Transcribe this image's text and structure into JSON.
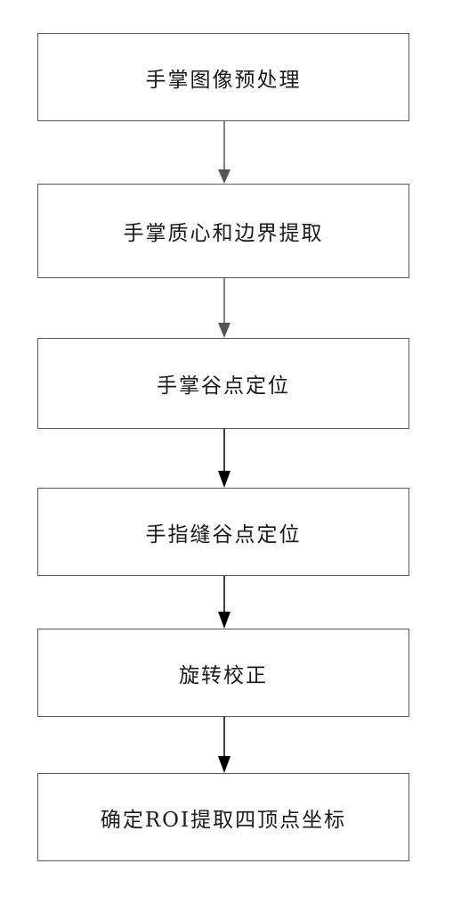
{
  "flowchart": {
    "steps": [
      {
        "label": "手掌图像预处理"
      },
      {
        "label": "手掌质心和边界提取"
      },
      {
        "label": "手掌谷点定位"
      },
      {
        "label": "手指缝谷点定位"
      },
      {
        "label": "旋转校正"
      },
      {
        "label": "确定ROI提取四顶点坐标"
      }
    ],
    "colors": {
      "box_border": "#5a5a5a",
      "arrow_light": "#555555",
      "arrow_dark": "#000000",
      "text": "#1a1a1a"
    }
  }
}
